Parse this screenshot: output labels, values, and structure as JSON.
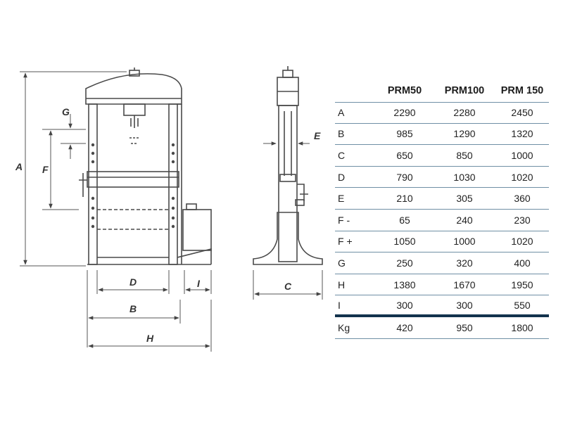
{
  "diagram": {
    "labels": {
      "A": "A",
      "B": "B",
      "C": "C",
      "D": "D",
      "E": "E",
      "F": "F",
      "G": "G",
      "H": "H",
      "I": "I"
    }
  },
  "table": {
    "headers": [
      "",
      "PRM50",
      "PRM100",
      "PRM 150"
    ],
    "rows": [
      [
        "A",
        "2290",
        "2280",
        "2450"
      ],
      [
        "B",
        "985",
        "1290",
        "1320"
      ],
      [
        "C",
        "650",
        "850",
        "1000"
      ],
      [
        "D",
        "790",
        "1030",
        "1020"
      ],
      [
        "E",
        "210",
        "305",
        "360"
      ],
      [
        "F -",
        "65",
        "240",
        "230"
      ],
      [
        "F +",
        "1050",
        "1000",
        "1020"
      ],
      [
        "G",
        "250",
        "320",
        "400"
      ],
      [
        "H",
        "1380",
        "1670",
        "1950"
      ],
      [
        "I",
        "300",
        "300",
        "550"
      ],
      [
        "Kg",
        "420",
        "950",
        "1800"
      ]
    ]
  },
  "colors": {
    "line": "#4a4a4a",
    "table_rule": "#6f8fa5",
    "table_heavy_rule": "#13334d"
  }
}
